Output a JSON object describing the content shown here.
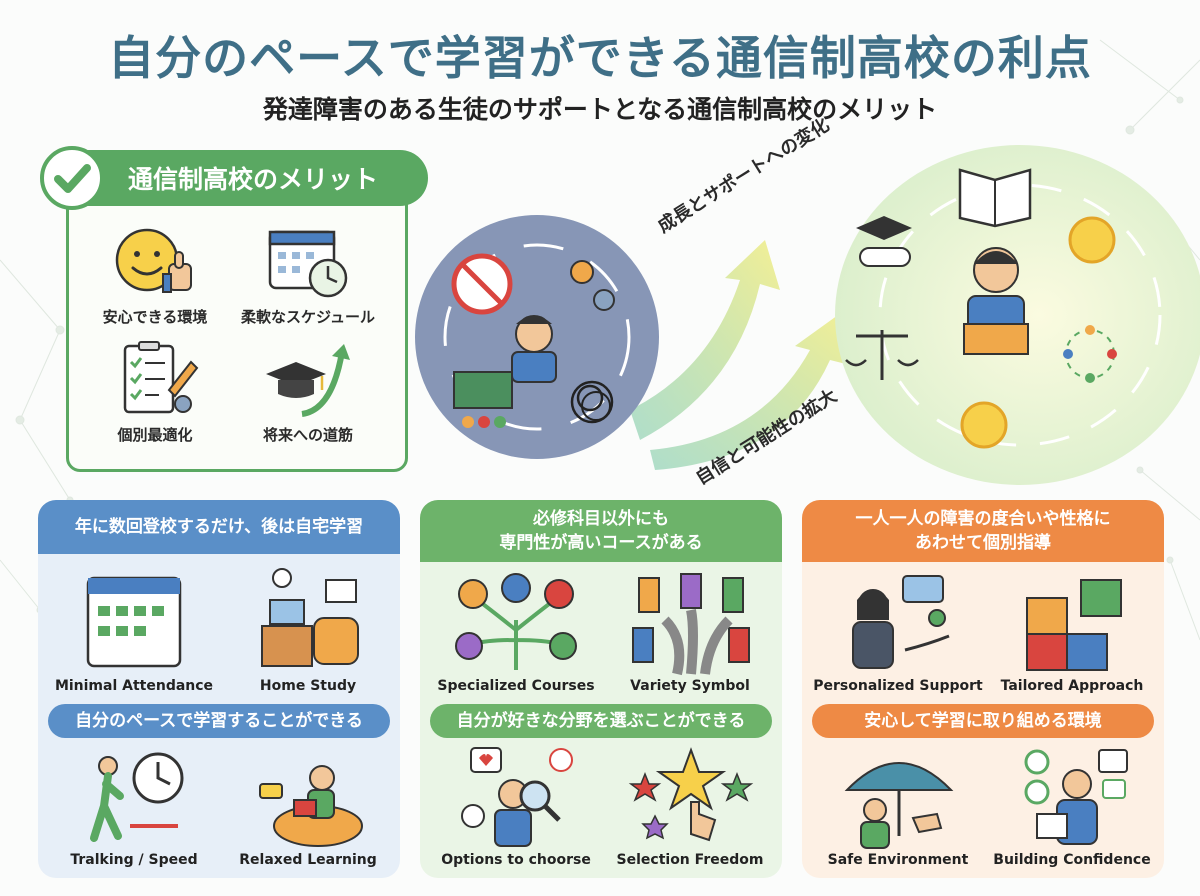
{
  "page": {
    "title": "自分のペースで学習ができる通信制高校の利点",
    "subtitle": "発達障害のある生徒のサポートとなる通信制高校のメリット"
  },
  "merits": {
    "header": "通信制高校のメリット",
    "items": [
      {
        "label": "安心できる環境",
        "icon": "smiley-thumbs-up-icon"
      },
      {
        "label": "柔軟なスケジュール",
        "icon": "calendar-clock-icon"
      },
      {
        "label": "個別最適化",
        "icon": "checklist-pencil-icon"
      },
      {
        "label": "将来への道筋",
        "icon": "graduation-cap-arrow-icon"
      }
    ]
  },
  "transition": {
    "upper_label": "成長とサポートへの変化",
    "lower_label": "自信と可能性の拡大"
  },
  "panels": [
    {
      "header": "年に数回登校するだけ、後は自宅学習",
      "band": "自分のペースで学習することができる",
      "color": "#5a8fc8",
      "cells": [
        {
          "label": "Minimal Attendance",
          "icon": "calendar-checks-icon"
        },
        {
          "label": "Home Study",
          "icon": "home-desk-icon"
        },
        {
          "label": "Tralking / Speed",
          "icon": "walking-clock-icon"
        },
        {
          "label": "Relaxed Learning",
          "icon": "relaxed-reader-icon"
        }
      ]
    },
    {
      "header": "必修科目以外にも\n専門性が高いコースがある",
      "band": "自分が好きな分野を選ぶことができる",
      "color": "#6db36a",
      "cells": [
        {
          "label": "Specialized Courses",
          "icon": "branching-courses-icon"
        },
        {
          "label": "Variety Symbol",
          "icon": "doors-paths-icon"
        },
        {
          "label": "Options to choorse",
          "icon": "magnifier-person-icon"
        },
        {
          "label": "Selection Freedom",
          "icon": "star-select-icon"
        }
      ]
    },
    {
      "header": "一人一人の障害の度合いや性格に\nあわせて個別指導",
      "band": "安心して学習に取り組める環境",
      "color": "#ee8a45",
      "cells": [
        {
          "label": "Personalized Support",
          "icon": "teacher-support-icon"
        },
        {
          "label": "Tailored Approach",
          "icon": "puzzle-icon"
        },
        {
          "label": "Safe Environment",
          "icon": "umbrella-icon"
        },
        {
          "label": "Building Confidence",
          "icon": "confident-student-icon"
        }
      ]
    }
  ]
}
